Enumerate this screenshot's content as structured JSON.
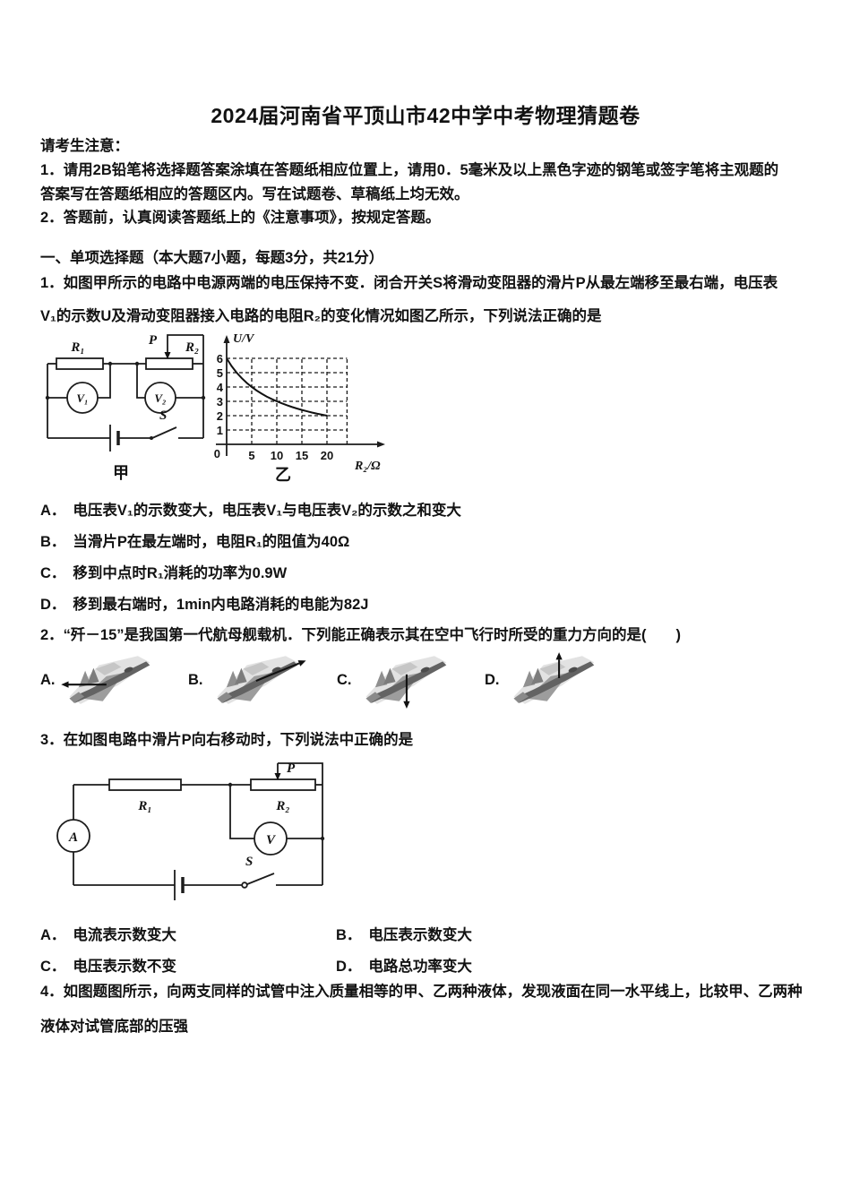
{
  "page": {
    "title": "2024届河南省平顶山市42中学中考物理猜题卷"
  },
  "notice": {
    "heading": "请考生注意：",
    "item1_line1": "1．请用2B铅笔将选择题答案涂填在答题纸相应位置上，请用0．5毫米及以上黑色字迹的钢笔或签字笔将主观题的",
    "item1_line2": "答案写在答题纸相应的答题区内。写在试题卷、草稿纸上均无效。",
    "item2": "2．答题前，认真阅读答题纸上的《注意事项》，按规定答题。"
  },
  "section1": {
    "heading": "一、单项选择题（本大题7小题，每题3分，共21分）"
  },
  "q1": {
    "line1": "1．如图甲所示的电路中电源两端的电压保持不变．闭合开关S将滑动变阻器的滑片P从最左端移至最右端，电压表",
    "line2": "V₁的示数U及滑动变阻器接入电路的电阻R₂的变化情况如图乙所示，下列说法正确的是",
    "circuit": {
      "r1": "R₁",
      "p": "P",
      "r2": "R₂",
      "v1": "V₁",
      "v2": "V₂",
      "s": "S",
      "caption": "甲"
    },
    "options": [
      {
        "label": "A．",
        "text": "电压表V₁的示数变大，电压表V₁与电压表V₂的示数之和变大"
      },
      {
        "label": "B．",
        "text": "当滑片P在最左端时，电阻R₁的阻值为40Ω"
      },
      {
        "label": "C．",
        "text": "移到中点时R₁消耗的功率为0.9W"
      },
      {
        "label": "D．",
        "text": "移到最右端时，1min内电路消耗的电能为82J"
      }
    ]
  },
  "chart_data": {
    "type": "line",
    "caption": "乙",
    "xlabel": "R₂/Ω",
    "ylabel": "U/V",
    "origin_label": "0",
    "x_ticks": [
      5,
      10,
      15,
      20
    ],
    "y_ticks": [
      1,
      2,
      3,
      4,
      5,
      6
    ],
    "xlim": [
      0,
      25
    ],
    "ylim": [
      0,
      6
    ],
    "grid": "dashed",
    "grid_right": 24,
    "key_points": [
      [
        0,
        6
      ],
      [
        5,
        4
      ],
      [
        10,
        3
      ],
      [
        15,
        2.4
      ],
      [
        20,
        2
      ]
    ],
    "curve": [
      [
        0,
        6
      ],
      [
        1,
        5.45
      ],
      [
        2,
        5
      ],
      [
        3,
        4.62
      ],
      [
        4,
        4.29
      ],
      [
        5,
        4
      ],
      [
        6,
        3.75
      ],
      [
        7,
        3.53
      ],
      [
        8,
        3.33
      ],
      [
        9,
        3.16
      ],
      [
        10,
        3
      ],
      [
        11,
        2.86
      ],
      [
        12,
        2.73
      ],
      [
        13,
        2.61
      ],
      [
        14,
        2.5
      ],
      [
        15,
        2.4
      ],
      [
        16,
        2.31
      ],
      [
        17,
        2.22
      ],
      [
        18,
        2.14
      ],
      [
        19,
        2.07
      ],
      [
        20,
        2
      ]
    ]
  },
  "q2": {
    "text": "2．“歼－15”是我国第一代航母舰载机．下列能正确表示其在空中飞行时所受的重力方向的是(　　)",
    "options": [
      {
        "label": "A.",
        "arrow": "left"
      },
      {
        "label": "B.",
        "arrow": "forward-along-fuselage"
      },
      {
        "label": "C.",
        "arrow": "down"
      },
      {
        "label": "D.",
        "arrow": "up"
      }
    ]
  },
  "q3": {
    "text": "3．在如图电路中滑片P向右移动时，下列说法中正确的是",
    "circuit": {
      "a": "A",
      "r1": "R₁",
      "p": "P",
      "r2": "R₂",
      "v": "V",
      "s": "S"
    },
    "options": [
      {
        "label": "A．",
        "text": "电流表示数变大"
      },
      {
        "label": "B．",
        "text": "电压表示数变大"
      },
      {
        "label": "C．",
        "text": "电压表示数不变"
      },
      {
        "label": "D．",
        "text": "电路总功率变大"
      }
    ]
  },
  "q4": {
    "line1": "4．如图题图所示，向两支同样的试管中注入质量相等的甲、乙两种液体，发现液面在同一水平线上，比较甲、乙两种",
    "line2": "液体对试管底部的压强"
  }
}
